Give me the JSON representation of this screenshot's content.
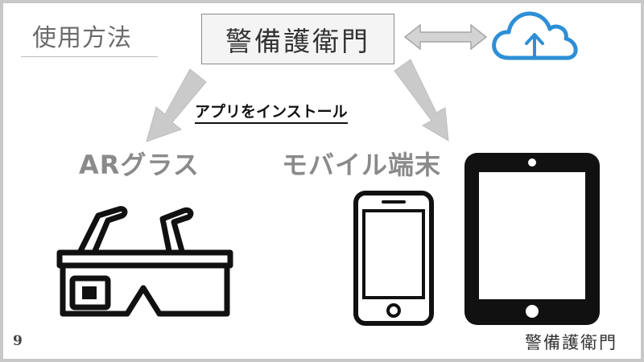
{
  "slide": {
    "section_title": "使用方法",
    "brand_name": "警備護衛門",
    "install_label": "アプリをインストール",
    "ar_glasses_label": "ARグラス",
    "mobile_label": "モバイル端末",
    "page_number": "9",
    "footer_brand": "警備護衛門"
  },
  "icons": {
    "cloud": "cloud-upload-icon",
    "sync": "double-headed-arrow-icon",
    "glasses": "ar-glasses-icon",
    "phone": "smartphone-icon",
    "tablet": "tablet-icon"
  },
  "colors": {
    "cloud_blue": "#2e8fd6",
    "arrow_gray": "#c9c9c9",
    "device_black": "#111111",
    "label_gray": "#8a8a8a"
  }
}
